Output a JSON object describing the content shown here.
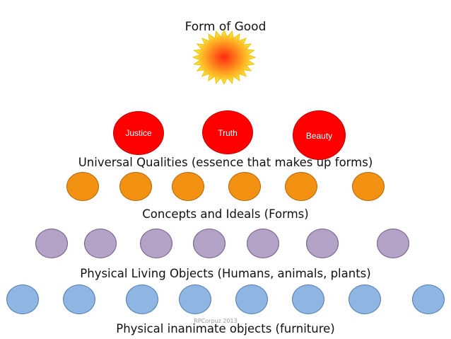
{
  "title": "Form of Good",
  "sun_icon": "sun-icon",
  "qualities": [
    {
      "label": "Justice"
    },
    {
      "label": "Truth"
    },
    {
      "label": "Beauty"
    }
  ],
  "levels": [
    {
      "label": "Universal Qualities (essence that makes up forms)",
      "count": 3
    },
    {
      "label": "Concepts and Ideals (Forms)",
      "count": 6
    },
    {
      "label": "Physical Living Objects (Humans, animals, plants)",
      "count": 7
    },
    {
      "label": "Physical inanimate objects (furniture)",
      "count": 8
    }
  ],
  "credit": "RPCorpuz 2013",
  "colors": {
    "quality_fill": "#ff0000",
    "quality_stroke": "#c00000",
    "concept_fill": "#f39113",
    "concept_stroke": "#b06a0d",
    "living_fill": "#b4a2c7",
    "living_stroke": "#6f5d8a",
    "inanimate_fill": "#8fb5e3",
    "inanimate_stroke": "#4f7db3",
    "sun_core": "#ff3b1a",
    "sun_outer": "#ffef3a"
  }
}
